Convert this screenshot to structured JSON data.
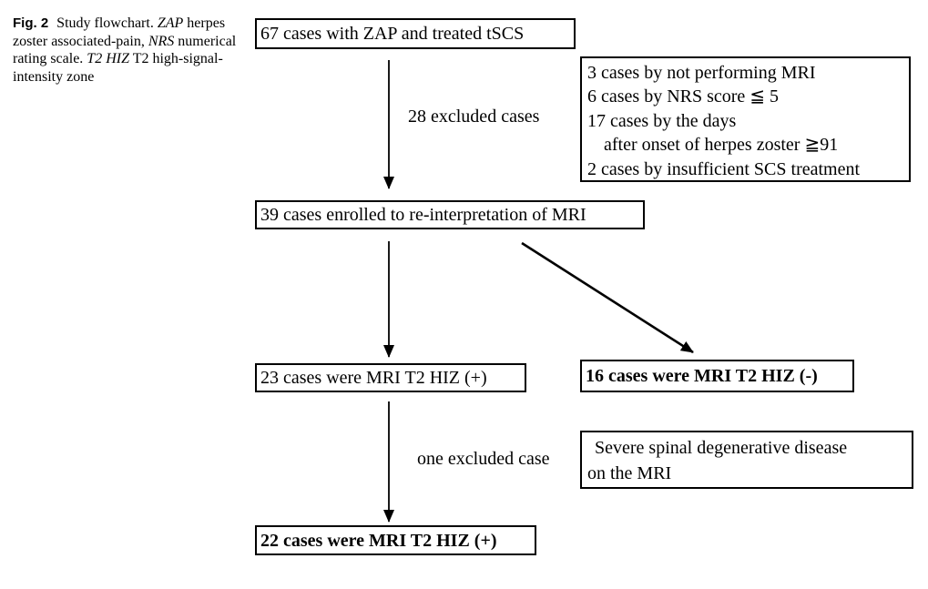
{
  "caption": {
    "segments": [
      {
        "text": "Fig. 2"
      },
      {
        "text": " Study flowchart. "
      },
      {
        "text": "ZAP"
      },
      {
        "text": " herpes zoster associated-pain, "
      },
      {
        "text": "NRS"
      },
      {
        "text": " numerical rating scale. "
      },
      {
        "text": "T2 HIZ"
      },
      {
        "text": " T2 high-signal-intensity zone"
      }
    ]
  },
  "flowchart": {
    "box_top": "67 cases with ZAP and treated tSCS",
    "label_excluded_28": "28 excluded cases",
    "box_exclusions": {
      "lines": [
        "3 cases by not performing MRI",
        "6 cases by NRS score ≦ 5",
        "17 cases by the days",
        "after onset of herpes zoster ≧91",
        "2 cases by insufficient SCS treatment"
      ]
    },
    "box_enrolled": "39 cases enrolled to re-interpretation of MRI",
    "box_hiz_positive": "23 cases were MRI T2 HIZ (+)",
    "box_hiz_negative": "16 cases were MRI T2 HIZ (-)",
    "label_excluded_one": "one excluded case",
    "box_severe": {
      "lines": [
        "Severe spinal degenerative disease",
        "on the MRI"
      ]
    },
    "box_final": "22 cases were MRI T2 HIZ (+)"
  },
  "colors": {
    "ink": "#000000",
    "background": "#ffffff"
  }
}
